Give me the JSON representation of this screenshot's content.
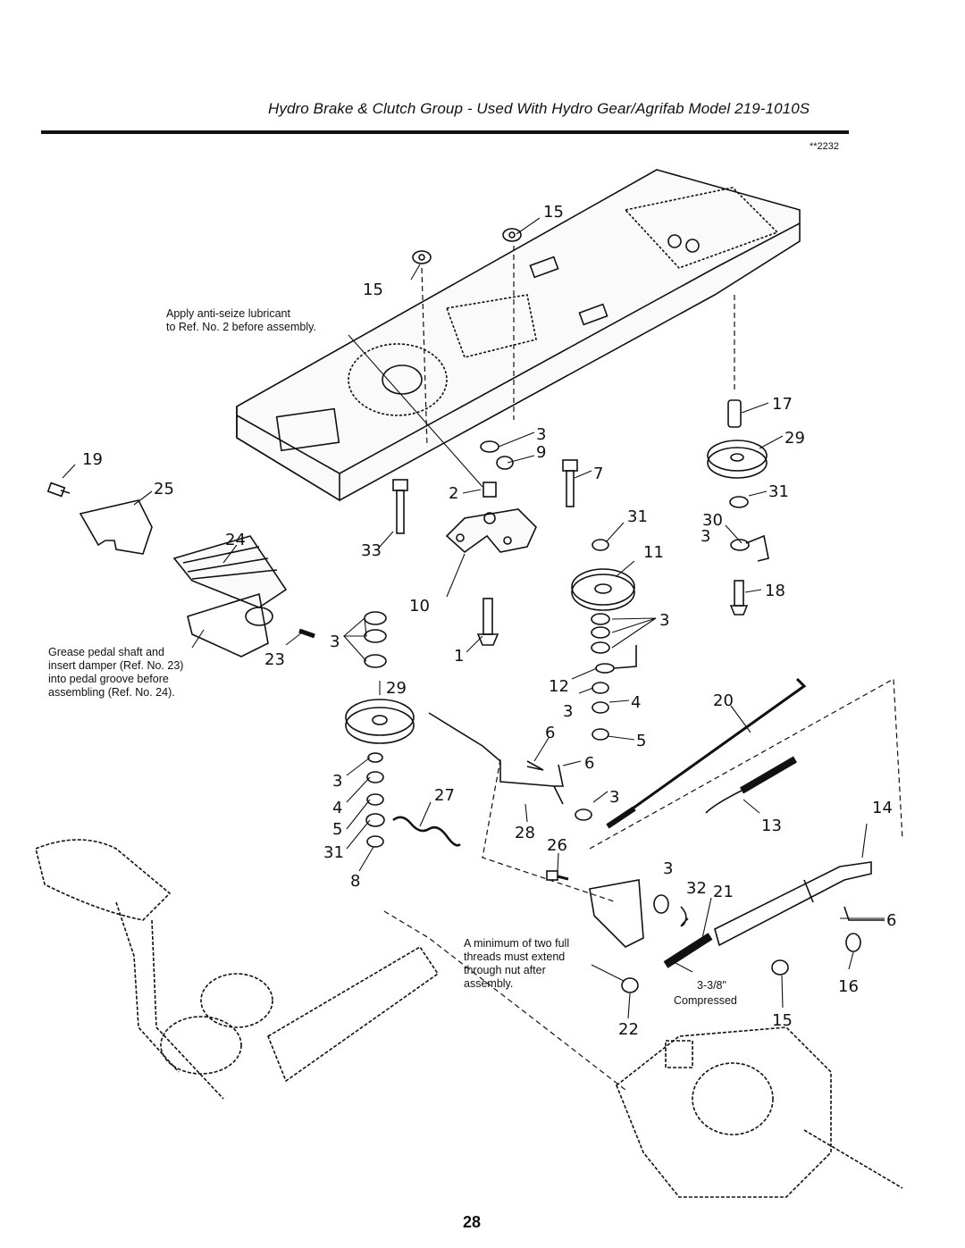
{
  "header": {
    "title": "Hydro Brake & Clutch Group - Used With Hydro Gear/Agrifab Model 219-1010S",
    "figure_number": "**2232"
  },
  "notes": {
    "lubricant_line1": "Apply anti-seize lubricant",
    "lubricant_line2": "to Ref. No. 2 before assembly.",
    "grease_line1": "Grease pedal shaft and",
    "grease_line2": "insert damper (Ref. No. 23)",
    "grease_line3": "into pedal groove before",
    "grease_line4": "assembling (Ref. No. 24).",
    "threads_line1": "A minimum of two full",
    "threads_line2": "threads must extend",
    "threads_line3": "through nut after",
    "threads_line4": "assembly.",
    "dimension": "3-3/8\"",
    "compressed": "Compressed"
  },
  "callouts": {
    "c15a": "15",
    "c15b": "15",
    "c15c": "15",
    "c17": "17",
    "c29a": "29",
    "c29b": "29",
    "c3a": "3",
    "c3b": "3",
    "c3c": "3",
    "c3d": "3",
    "c3e": "3",
    "c3f": "3",
    "c3g": "3",
    "c3h": "3",
    "c9": "9",
    "c7": "7",
    "c2": "2",
    "c19": "19",
    "c25": "25",
    "c24": "24",
    "c33": "33",
    "c31a": "31",
    "c31b": "31",
    "c31c": "31",
    "c30": "30",
    "c11": "11",
    "c10": "10",
    "c18": "18",
    "c1": "1",
    "c23": "23",
    "c12": "12",
    "c4a": "4",
    "c4b": "4",
    "c20": "20",
    "c6a": "6",
    "c6b": "6",
    "c6c": "6",
    "c5a": "5",
    "c5b": "5",
    "c27": "27",
    "c28": "28",
    "c14": "14",
    "c13": "13",
    "c26": "26",
    "c8": "8",
    "c32": "32",
    "c21": "21",
    "c16": "16",
    "c22": "22"
  },
  "page_number": "28"
}
